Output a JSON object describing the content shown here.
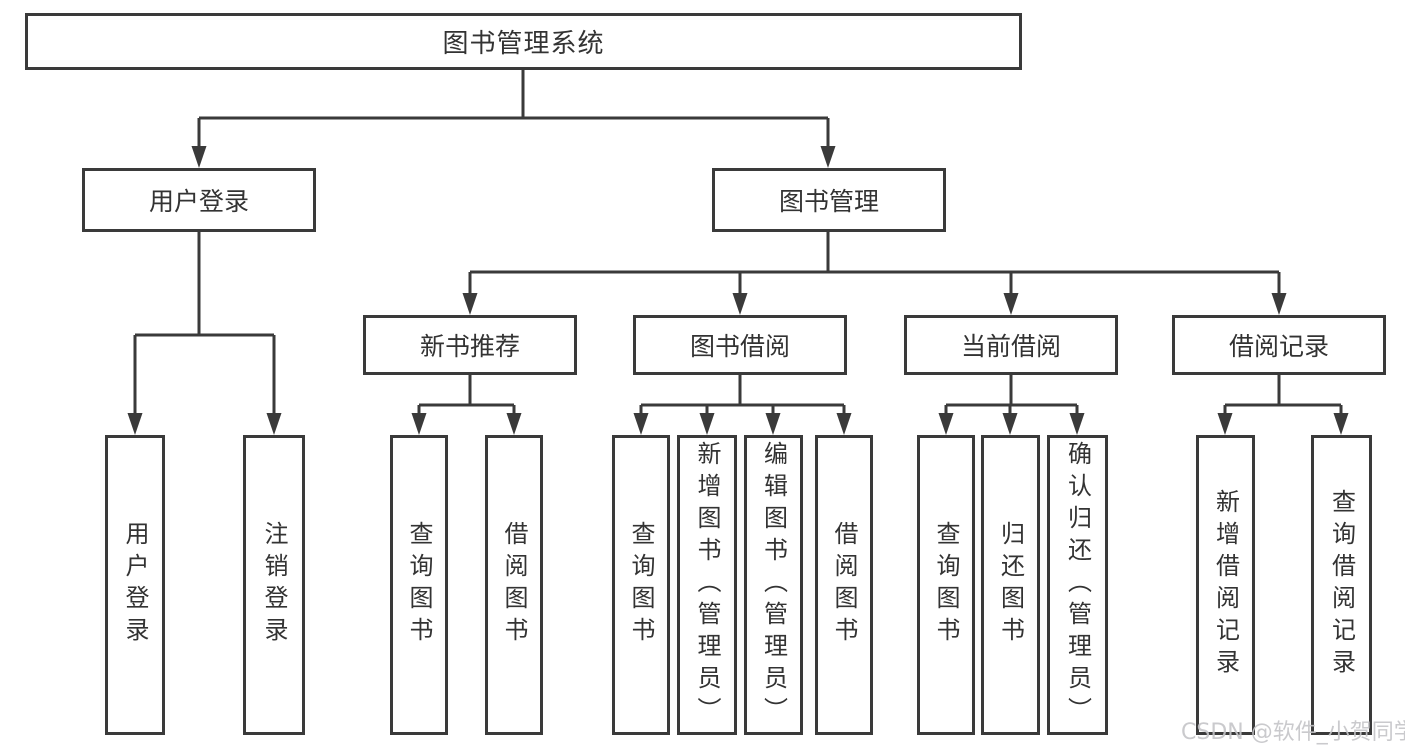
{
  "diagram_type": "hierarchy-tree",
  "colors": {
    "background": "#ffffff",
    "line": "#3a3a3a",
    "box_border": "#3a3a3a",
    "text": "#333333",
    "watermark": "#c5c5c8"
  },
  "tree": {
    "label": "图书管理系统",
    "children": [
      {
        "label": "用户登录",
        "children": [
          {
            "label": "用户登录"
          },
          {
            "label": "注销登录"
          }
        ]
      },
      {
        "label": "图书管理",
        "children": [
          {
            "label": "新书推荐",
            "children": [
              {
                "label": "查询图书"
              },
              {
                "label": "借阅图书"
              }
            ]
          },
          {
            "label": "图书借阅",
            "children": [
              {
                "label": "查询图书"
              },
              {
                "label": "新增图书（管理员）"
              },
              {
                "label": "编辑图书（管理员）"
              },
              {
                "label": "借阅图书"
              }
            ]
          },
          {
            "label": "当前借阅",
            "children": [
              {
                "label": "查询图书"
              },
              {
                "label": "归还图书"
              },
              {
                "label": "确认归还（管理员）"
              }
            ]
          },
          {
            "label": "借阅记录",
            "children": [
              {
                "label": "新增借阅记录"
              },
              {
                "label": "查询借阅记录"
              }
            ]
          }
        ]
      }
    ]
  },
  "watermark": {
    "text": "CSDN @软件_小贺同学"
  }
}
